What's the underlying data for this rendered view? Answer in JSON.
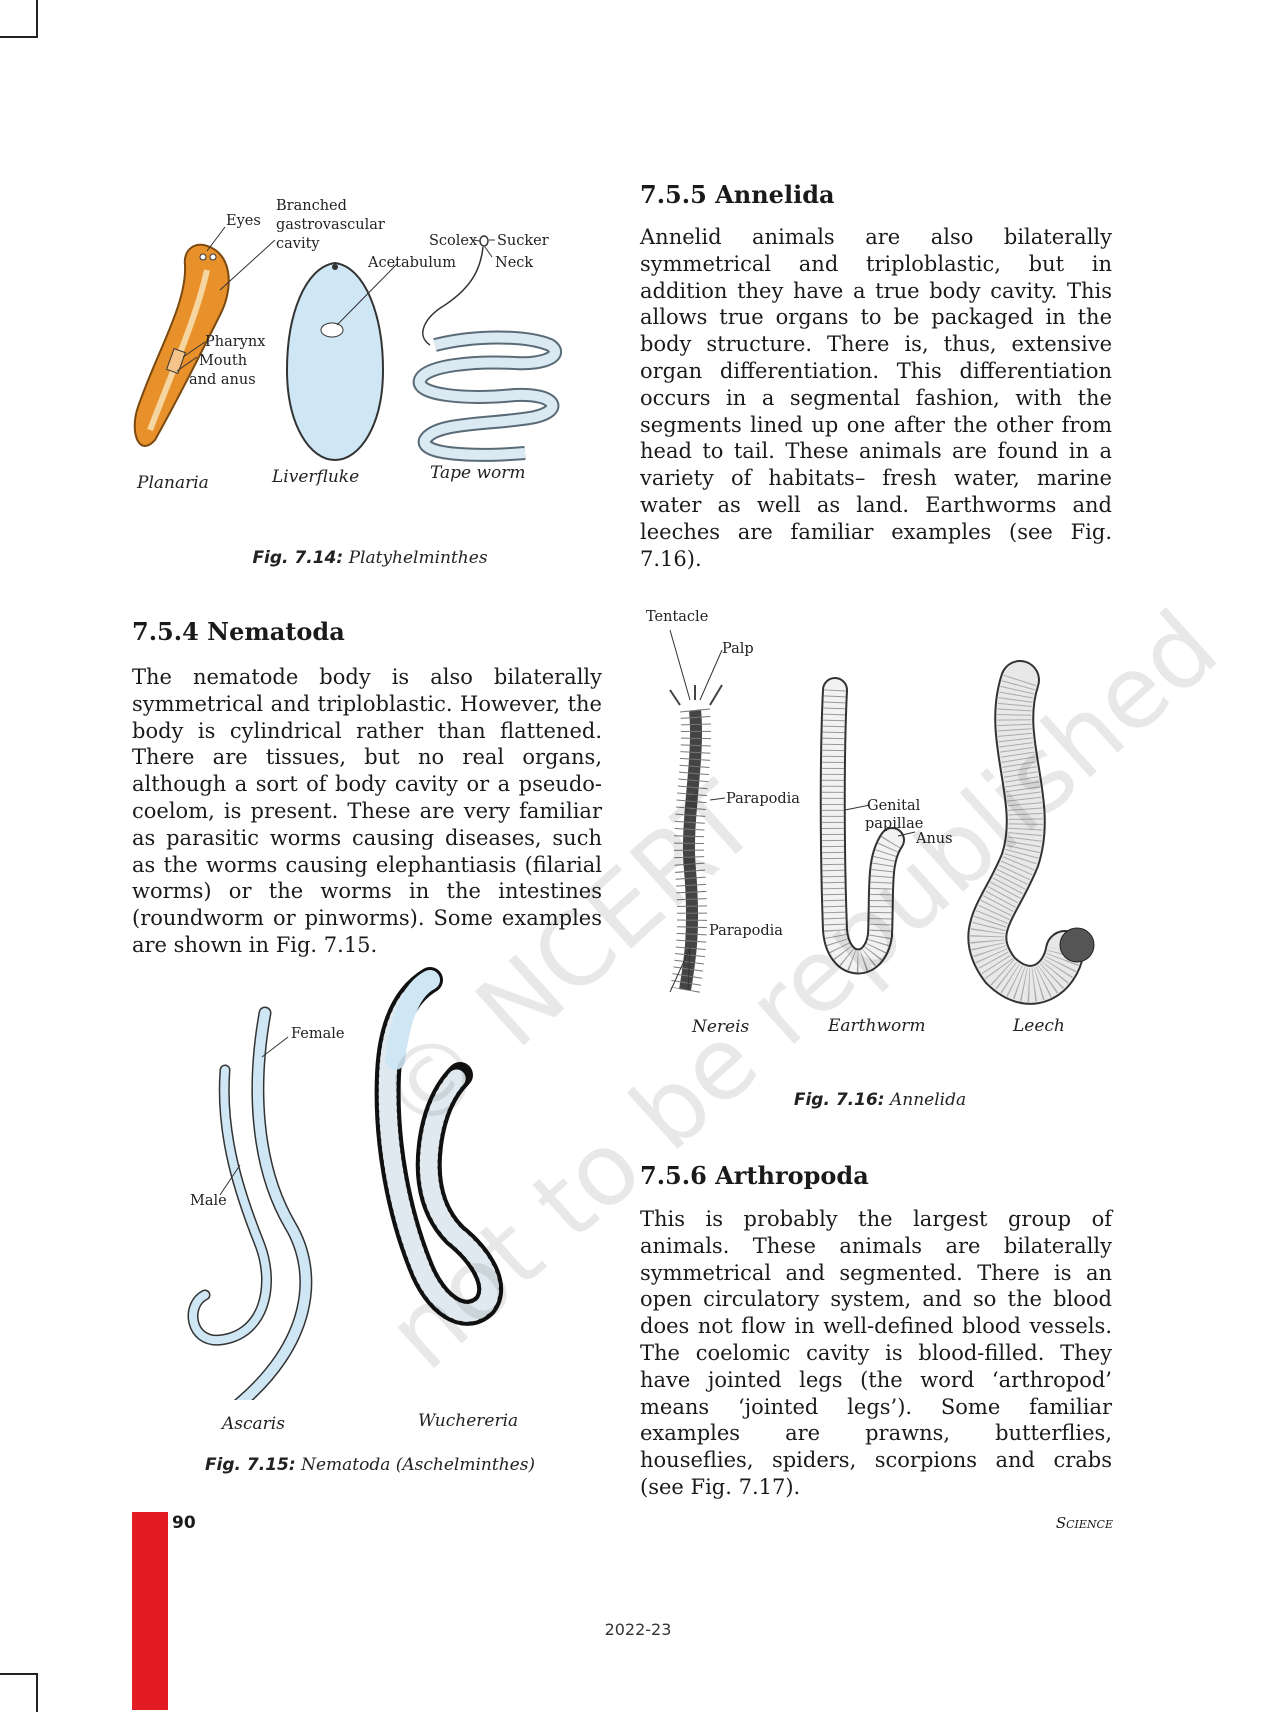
{
  "section_753_figure": {
    "caption_label": "Fig. 7.14:",
    "caption_text": "Platyhelminthes",
    "organisms": [
      "Planaria",
      "Liverfluke",
      "Tape worm"
    ],
    "labels": {
      "eyes": "Eyes",
      "branched1": "Branched",
      "branched2": "gastrovascular",
      "branched3": "cavity",
      "pharynx": "Pharynx",
      "mouth1": "Mouth",
      "mouth2": "and anus",
      "acetabulum": "Acetabulum",
      "scolex": "Scolex",
      "sucker": "Sucker",
      "neck": "Neck"
    }
  },
  "section_754": {
    "heading": "7.5.4 Nematoda",
    "paragraph": "The nematode body is also bilaterally symmetrical and triploblastic. However, the body is cylindrical rather than flattened. There are tissues, but no real organs, although a sort of body cavity or a pseudo-coelom, is present. These are very familiar as parasitic worms causing diseases, such as the worms causing elephantiasis (filarial worms) or the worms in the intestines (roundworm or pinworms). Some examples are shown in Fig. 7.15.",
    "figure": {
      "caption_label": "Fig. 7.15:",
      "caption_text": "Nematoda (Aschelminthes)",
      "organisms": [
        "Ascaris",
        "Wuchereria"
      ],
      "labels": {
        "female": "Female",
        "male": "Male"
      }
    }
  },
  "section_755": {
    "heading": "7.5.5 Annelida",
    "paragraph": "Annelid animals are also bilaterally symmetrical and triploblastic, but in addition they have a true body cavity. This allows true organs to be packaged in the body structure. There is, thus, extensive organ differentiation. This differentiation occurs in a segmental fashion, with the segments lined up one after the other from head to tail. These animals are found in a variety of habitats– fresh water, marine water as well as land. Earthworms and leeches are familiar examples (see Fig. 7.16).",
    "figure": {
      "caption_label": "Fig. 7.16:",
      "caption_text": "Annelida",
      "organisms": [
        "Nereis",
        "Earthworm",
        "Leech"
      ],
      "labels": {
        "tentacle": "Tentacle",
        "palp": "Palp",
        "parapodia_top": "Parapodia",
        "parapodia_bottom": "Parapodia",
        "genital1": "Genital",
        "genital2": "papillae",
        "anus": "Anus"
      }
    }
  },
  "section_756": {
    "heading": "7.5.6 Arthropoda",
    "paragraph": "This is probably the largest group of animals. These animals are bilaterally symmetrical and segmented. There is an open circulatory system, and so the blood does not flow in well-defined blood vessels. The coelomic cavity is blood-filled. They have jointed legs (the word ‘arthropod’ means ‘jointed legs’). Some familiar examples are prawns, butterflies, houseflies, spiders, scorpions and crabs (see Fig. 7.17)."
  },
  "watermark": {
    "line1": "© NCERT",
    "line2": "not to be republished"
  },
  "footer": {
    "page_number": "90",
    "book": "Science",
    "year": "2022-23"
  },
  "colors": {
    "accent_red": "#e31b23",
    "worm_blue": "#cfe6f5",
    "planaria_orange": "#e8902a"
  }
}
